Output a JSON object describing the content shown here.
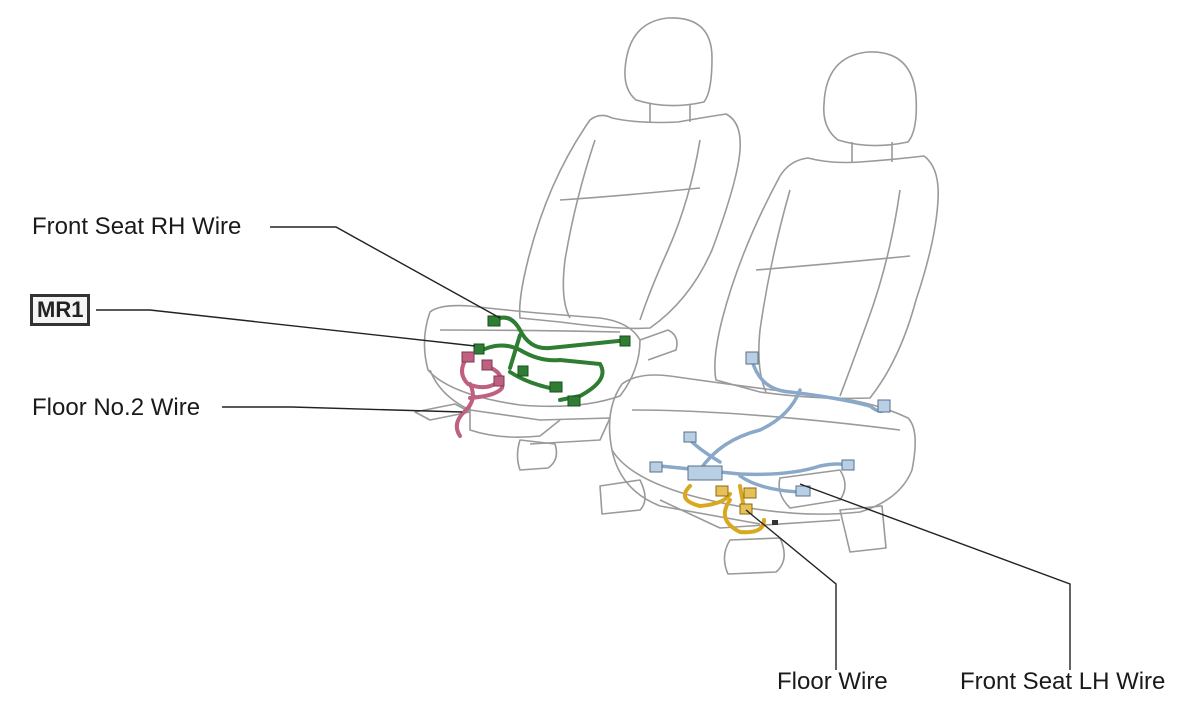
{
  "callouts": {
    "front_seat_rh": "Front Seat RH Wire",
    "connector_code": "MR1",
    "floor_no2": "Floor No.2 Wire",
    "floor": "Floor Wire",
    "front_seat_lh": "Front Seat LH Wire"
  },
  "wire_colors": {
    "front_seat_rh": "#2e7d32",
    "floor_no2": "#c06080",
    "floor": "#d9a81e",
    "front_seat_lh": "#8aa9c8",
    "outline": "#9a9a9a",
    "leader": "#222222"
  },
  "icons": [
    "right-seat-outline",
    "left-seat-outline",
    "connector-icon"
  ]
}
